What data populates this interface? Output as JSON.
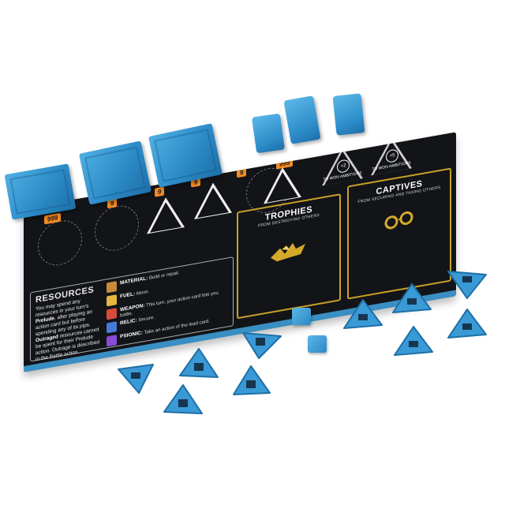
{
  "colors": {
    "board": "#121418",
    "board_edge": "#3a8fc2",
    "pieces": "#3a9ad6",
    "tier_badge": "#f28a22",
    "gold_frame": "#c9a227"
  },
  "board": {
    "tier_badges": [
      "999",
      "9",
      "9",
      "9",
      "9",
      "999"
    ],
    "resources": {
      "title": "RESOURCES",
      "body_1": "You may spend any resources in your turn's",
      "body_bold_1": "Prelude",
      "body_2": ", after playing an action card but before spending any of its pips.",
      "body_bold_2": "Outraged",
      "body_3": " resources cannot be spent for their Prelude action. Outrage is described in the Battle action.",
      "items": [
        {
          "name": "MATERIAL:",
          "desc": "Build or repair.",
          "color": "#c98a3a"
        },
        {
          "name": "FUEL:",
          "desc": "Move.",
          "color": "#e2b640"
        },
        {
          "name": "WEAPON:",
          "desc": "This turn, your action card lets you battle.",
          "color": "#d84b3a"
        },
        {
          "name": "RELIC:",
          "desc": "Secure.",
          "color": "#4a7ad8"
        },
        {
          "name": "PSIONIC:",
          "desc": "Take an action of the lead card.",
          "color": "#8a4ad8"
        }
      ]
    },
    "trophies": {
      "title": "TROPHIES",
      "subtitle": "FROM DESTROYING OTHERS"
    },
    "captives": {
      "title": "CAPTIVES",
      "subtitle": "FROM SECURING AND TAXING OTHERS"
    },
    "ambitions": [
      {
        "number": "+2",
        "label": "TO WON AMBITIONS"
      },
      {
        "number": "+5",
        "label": "TO WON AMBITIONS"
      }
    ]
  }
}
